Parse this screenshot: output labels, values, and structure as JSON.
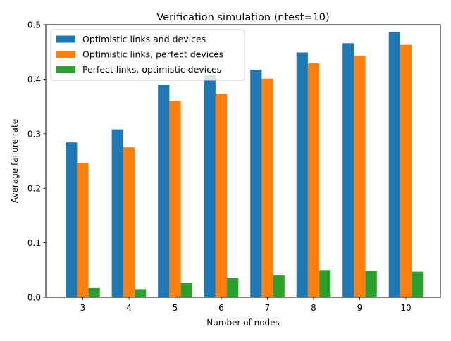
{
  "chart_data": {
    "type": "bar",
    "title": "Verification simulation (ntest=10)",
    "xlabel": "Number of nodes",
    "ylabel": "Average failure rate",
    "categories": [
      "3",
      "4",
      "5",
      "6",
      "7",
      "8",
      "9",
      "10"
    ],
    "ylim": [
      0,
      0.5
    ],
    "yticks": [
      "0.0",
      "0.1",
      "0.2",
      "0.3",
      "0.4",
      "0.5"
    ],
    "grid": false,
    "legend_position": "top-left",
    "series": [
      {
        "name": "Optimistic links and devices",
        "color": "#1f77b4",
        "values": [
          0.284,
          0.308,
          0.39,
          0.407,
          0.417,
          0.449,
          0.466,
          0.486
        ]
      },
      {
        "name": "Optimistic links, perfect devices",
        "color": "#ff7f0e",
        "values": [
          0.246,
          0.275,
          0.36,
          0.373,
          0.401,
          0.429,
          0.443,
          0.463
        ]
      },
      {
        "name": "Perfect links, optimistic devices",
        "color": "#2ca02c",
        "values": [
          0.017,
          0.015,
          0.026,
          0.035,
          0.04,
          0.05,
          0.049,
          0.047
        ]
      }
    ]
  }
}
